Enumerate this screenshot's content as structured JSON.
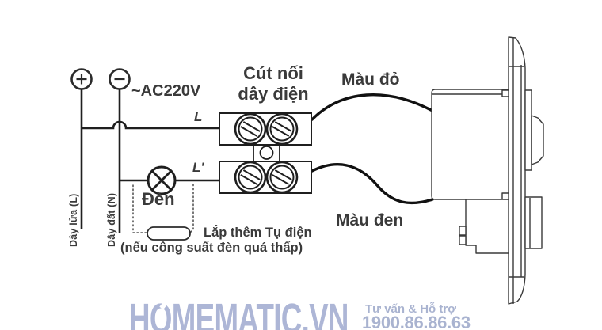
{
  "colors": {
    "line": "#2b2b2b",
    "text": "#3a3a3a",
    "brand": "#adb6d6"
  },
  "diagram": {
    "plus_terminal_symbol": "+",
    "minus_terminal_symbol": "-",
    "voltage_label": "~AC220V",
    "line_label": "L",
    "line_load_label": "L'",
    "live_wire_label": "Dây lửa (L)",
    "neutral_wire_label": "Dây đất (N)",
    "connector_label_line1": "Cút nối",
    "connector_label_line2": "dây điện",
    "red_wire_label": "Màu đỏ",
    "black_wire_label": "Màu đen",
    "lamp_label": "Đèn",
    "capacitor_note_line1": "Lắp thêm Tụ điện",
    "capacitor_note_line2": "(nếu công suất đèn quá thấp)"
  },
  "footer": {
    "brand": "HOMEMATIC.VN",
    "support_label": "Tư vấn & Hỗ trợ",
    "phone": "1900.86.86.63"
  }
}
